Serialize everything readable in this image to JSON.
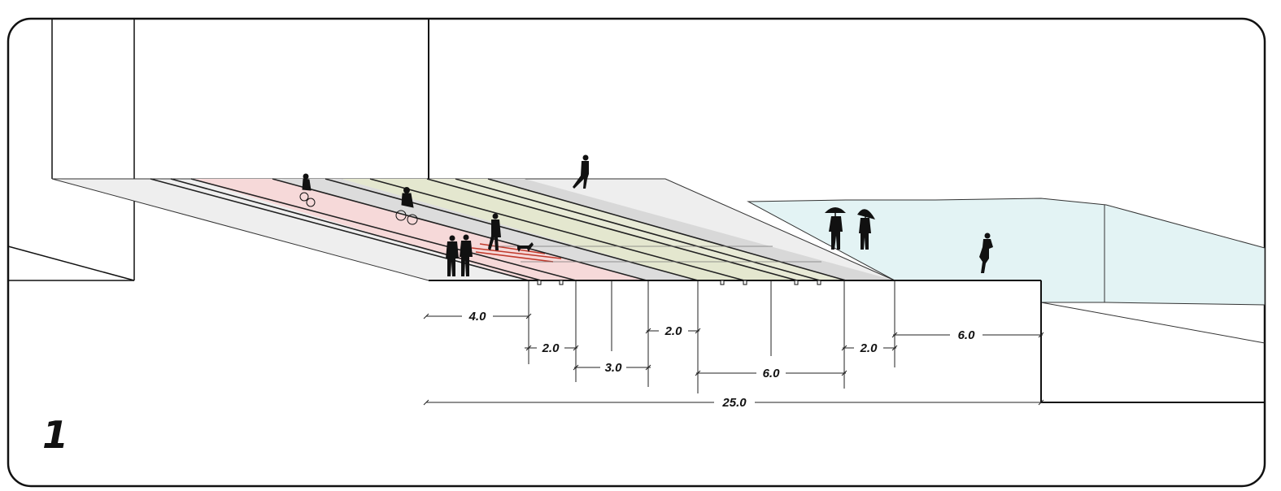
{
  "panel_number": "1",
  "colors": {
    "frame": "#111111",
    "deck_top": "#eeeeee",
    "bike_lane": "#f6d9d9",
    "bike_lane_marking": "#c0392b",
    "lane_green": "#e4e7cf",
    "lane_grey": "#dcdcdc",
    "water": "#e3f3f4",
    "line": "#222222"
  },
  "dimensions": {
    "d1": "4.0",
    "d2": "2.0",
    "d3": "3.0",
    "d4": "2.0",
    "d5": "6.0",
    "d6": "2.0",
    "d7": "6.0",
    "total": "25.0"
  },
  "figures": [
    "cyclist-icon",
    "cyclist-icon",
    "pedestrian-icon",
    "pedestrian-icon",
    "pedestrian-icon",
    "dog-icon",
    "skater-icon",
    "umbrella-person-icon",
    "umbrella-person-icon",
    "runner-icon"
  ]
}
